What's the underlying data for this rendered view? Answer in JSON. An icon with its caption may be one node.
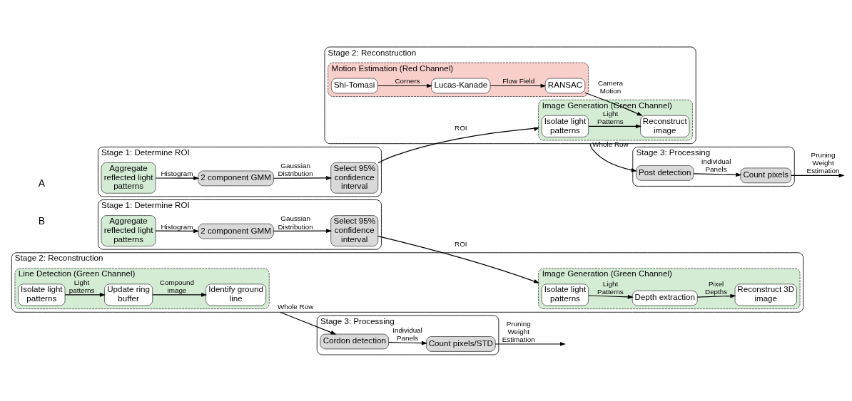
{
  "diagram": {
    "nodes": [
      {
        "text": [
          "Stage 1: Determine ROI"
        ]
      },
      {
        "text": [
          "Aggregate reflected light patterns"
        ],
        "in": 0
      },
      {
        "text": [
          "Select 95% confidence interval"
        ],
        "in": 0
      },
      {
        "text": [
          "2 component GMM"
        ],
        "in": 0
      },
      {
        "text": [
          "Stage 2: Reconstruction"
        ]
      },
      {
        "text": [
          "Image Generation (Green Channel)"
        ],
        "in": 4
      },
      {
        "text": [
          "Isolate light patterns"
        ],
        "in": 5
      },
      {
        "text": [
          "Reconstruct image"
        ],
        "in": 5
      },
      {
        "text": [
          "Motion Estimation (Red Channel)"
        ],
        "in": 4
      },
      {
        "text": [
          "Shi-Tomasi"
        ],
        "in": 8
      },
      {
        "text": [
          "Lucas-Kanade"
        ],
        "in": 8
      },
      {
        "text": [
          "RANSAC"
        ],
        "in": 8
      },
      {
        "text": [
          "Stage 3: Processing"
        ]
      },
      {
        "text": [
          "Post detection"
        ],
        "in": 12
      },
      {
        "text": [
          "Count pixels"
        ],
        "in": 12
      },
      {
        "text": [
          "Stage 1: Determine ROI"
        ]
      },
      {
        "text": [
          "Aggregate reflected light patterns"
        ],
        "in": 15
      },
      {
        "text": [
          "Select 95% confidence interval"
        ],
        "in": 15
      },
      {
        "text": [
          "2 component GMM"
        ],
        "in": 15
      },
      {
        "text": [
          "Stage 2: Reconstruction"
        ]
      },
      {
        "text": [
          "Image Generation (Green Channel)"
        ],
        "in": 19
      },
      {
        "text": [
          "Isolate light patterns"
        ],
        "in": 20
      },
      {
        "text": [
          "Reconstruct 3D image"
        ],
        "in": 20
      },
      {
        "text": [
          "Depth extraction"
        ],
        "in": 20
      },
      {
        "text": [
          "Line Detection (Green Channel)"
        ],
        "in": 19
      },
      {
        "text": [
          "Isolate light patterns"
        ],
        "in": 24
      },
      {
        "text": [
          "Update ring buffer"
        ],
        "in": 24
      },
      {
        "text": [
          "Identify ground line"
        ],
        "in": 24
      },
      {
        "text": [
          "Stage 3: Processing"
        ]
      },
      {
        "text": [
          "Cordon detection"
        ],
        "in": 28
      },
      {
        "text": [
          "Count pixels/STD"
        ],
        "in": 28
      }
    ],
    "edges": [
      {
        "from": 1,
        "to": 3,
        "arrow": "to",
        "label": "Histogram"
      },
      {
        "from": 3,
        "to": 2,
        "arrow": "to",
        "label": "Gaussian Distribution"
      },
      {
        "from": 2,
        "to": 5,
        "arrow": "to",
        "label": "ROI"
      },
      {
        "from": 6,
        "to": 7,
        "arrow": "to",
        "label": "Light Patterns"
      },
      {
        "from": 11,
        "to": 7,
        "arrow": "to",
        "label": "Camera Motion"
      },
      {
        "from": 9,
        "to": 10,
        "arrow": "to",
        "label": "Corners"
      },
      {
        "from": 10,
        "to": 11,
        "arrow": "to",
        "label": "Flow Field"
      },
      {
        "from": 4,
        "to": 13,
        "arrow": "to",
        "label": "Whole Row"
      },
      {
        "from": 13,
        "to": 14,
        "arrow": "to",
        "label": "Individual Panels"
      },
      {
        "from": 14,
        "to": null,
        "arrow": "to",
        "label": "Pruning Weight Estimation"
      },
      {
        "from": 16,
        "to": 18,
        "arrow": "to",
        "label": "Histogram"
      },
      {
        "from": 18,
        "to": 17,
        "arrow": "to",
        "label": "Gaussian Distribution"
      },
      {
        "from": 17,
        "to": 20,
        "arrow": "to",
        "label": "ROI"
      },
      {
        "from": 21,
        "to": 23,
        "arrow": "to",
        "label": "Light Patterns"
      },
      {
        "from": 23,
        "to": 22,
        "arrow": "to",
        "label": "Pixel Depths"
      },
      {
        "from": 25,
        "to": 26,
        "arrow": "to",
        "label": "Light patterns"
      },
      {
        "from": 26,
        "to": 27,
        "arrow": "to",
        "label": "Compound image"
      },
      {
        "from": 19,
        "to": 29,
        "arrow": "to",
        "label": "Whole Row"
      },
      {
        "from": 29,
        "to": 30,
        "arrow": "to",
        "label": "Individual Panels"
      },
      {
        "from": 30,
        "to": null,
        "arrow": "to",
        "label": "Pruning Weight Estimation"
      }
    ],
    "labels": [
      "A",
      "B"
    ]
  }
}
